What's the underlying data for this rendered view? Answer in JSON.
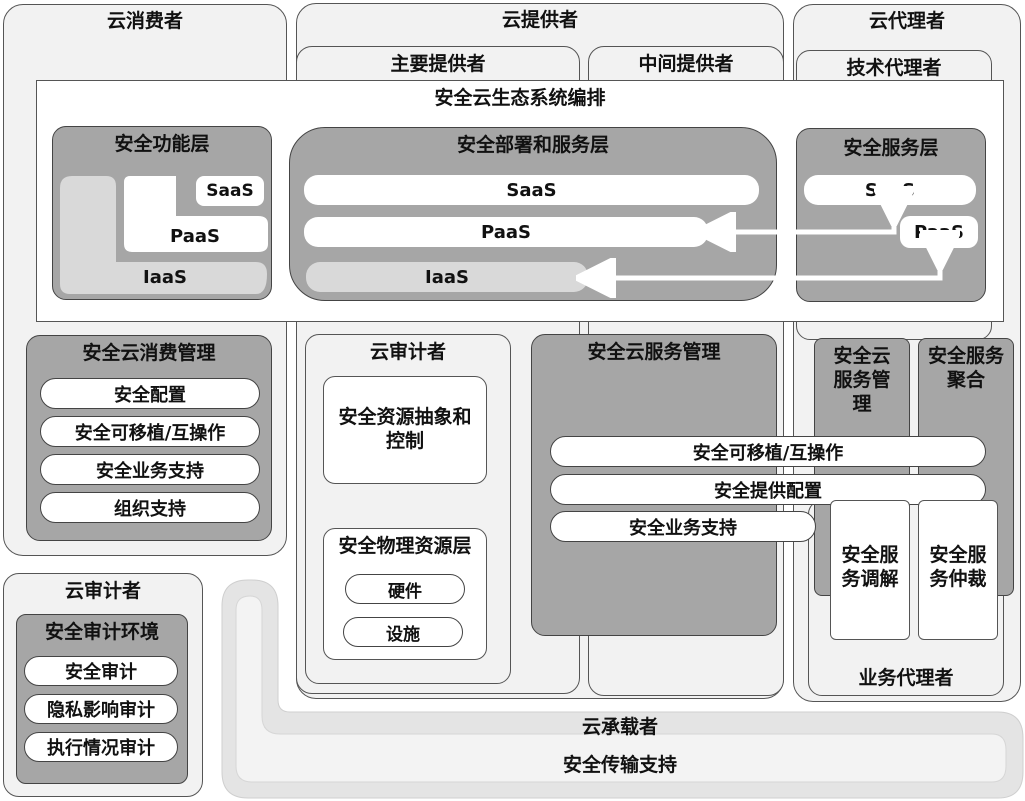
{
  "consumer": {
    "title": "云消费者",
    "functional_layer": {
      "title": "安全功能层",
      "saas": "SaaS",
      "paas": "PaaS",
      "iaas": "IaaS"
    },
    "management": {
      "title": "安全云消费管理",
      "items": [
        "安全配置",
        "安全可移植/互操作",
        "安全业务支持",
        "组织支持"
      ]
    }
  },
  "provider": {
    "title": "云提供者",
    "primary": "主要提供者",
    "intermediate": "中间提供者",
    "deploy_layer": {
      "title": "安全部署和服务层",
      "saas": "SaaS",
      "paas": "PaaS",
      "iaas": "IaaS"
    },
    "auditor": {
      "title": "云审计者",
      "resource_abstraction": "安全资源抽象和控制",
      "physical": {
        "title": "安全物理资源层",
        "items": [
          "硬件",
          "设施"
        ]
      }
    },
    "service_management": {
      "title": "安全云服务管理",
      "items": [
        "安全可移植/互操作",
        "安全提供配置",
        "安全业务支持"
      ]
    }
  },
  "ecosystem": {
    "title": "安全云生态系统编排"
  },
  "broker": {
    "title": "云代理者",
    "technical": "技术代理者",
    "service_layer": {
      "title": "安全服务层",
      "saas": "SaaS",
      "paas": "PaaS"
    },
    "service_mgmt": "安全云服务管理",
    "aggregation": "安全服务聚合",
    "mediation": "安全服务调解",
    "arbitrage": "安全服务仲裁",
    "business": "业务代理者"
  },
  "auditor": {
    "title": "云审计者",
    "environment": {
      "title": "安全审计环境",
      "items": [
        "安全审计",
        "隐私影响审计",
        "执行情况审计"
      ]
    }
  },
  "carrier": {
    "title": "云承载者",
    "transport": "安全传输支持"
  }
}
